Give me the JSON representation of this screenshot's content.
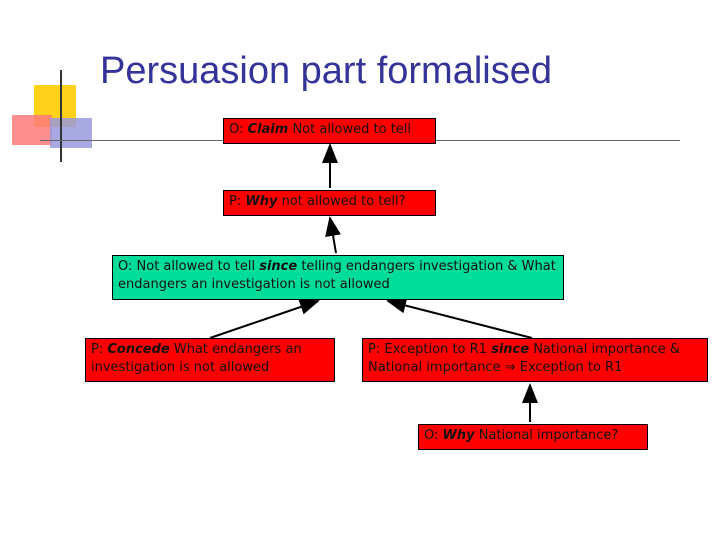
{
  "slide": {
    "title": "Persuasion part formalised"
  },
  "nodes": {
    "n1": {
      "prefix": "O: ",
      "keyword": "Claim",
      "text": " Not allowed to tell"
    },
    "n2": {
      "prefix": "P: ",
      "keyword": "Why",
      "text": " not allowed to tell?"
    },
    "n3": {
      "prefix": "O: Not allowed to tell ",
      "keyword": "since",
      "text": " telling endangers investigation & What endangers an investigation is not allowed"
    },
    "n4": {
      "prefix": "P: ",
      "keyword": "Concede",
      "text": " What endangers an investigation is not allowed"
    },
    "n5": {
      "prefix": "P: Exception to R1 ",
      "keyword": "since",
      "text": " National importance & National importance ⇒ Exception to R1"
    },
    "n6": {
      "prefix": "O: ",
      "keyword": "Why",
      "text": " National importance?"
    }
  },
  "colors": {
    "attack_node": "#ff0000",
    "support_node": "#00dd99",
    "title": "#333399"
  }
}
